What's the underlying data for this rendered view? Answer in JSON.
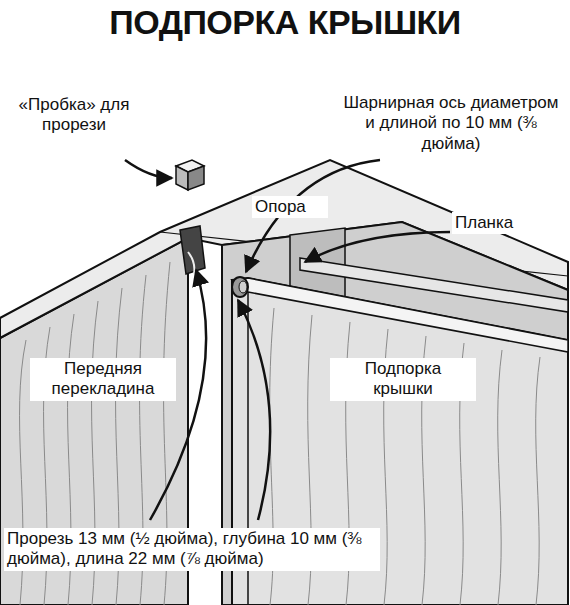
{
  "diagram": {
    "title": "ПОДПОРКА КРЫШКИ",
    "labels": [
      "«Пробка» для прорези",
      "Шарнирная ось диаметром и длиной по 10 мм (⅜ дюйма)",
      "Опора",
      "Планка",
      "Передняя перекладина",
      "Подпорка крышки",
      "Прорезь 13 мм (½ дюйма), глубина 10 мм (⅜ дюйма), длина 22 мм (⅞ дюйма)"
    ]
  }
}
